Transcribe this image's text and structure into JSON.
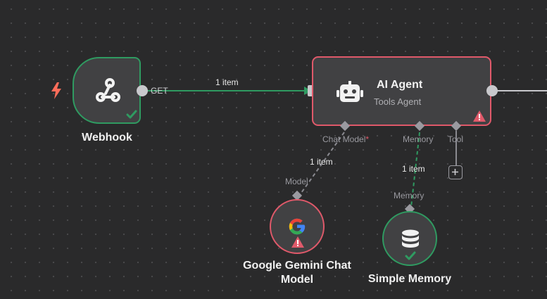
{
  "nodes": {
    "webhook": {
      "label": "Webhook",
      "output_label": "GET"
    },
    "agent": {
      "title": "AI Agent",
      "subtitle": "Tools Agent"
    },
    "gemini": {
      "label_line1": "Google Gemini Chat",
      "label_line2": "Model",
      "port_label": "Model"
    },
    "memory": {
      "label": "Simple Memory",
      "port_label": "Memory"
    }
  },
  "agent_ports": {
    "chat_model": "Chat Model",
    "required_mark": "*",
    "memory": "Memory",
    "tool": "Tool"
  },
  "edges": {
    "webhook_to_agent": "1 item",
    "gemini_to_agent": "1 item",
    "memory_to_agent": "1 item"
  },
  "colors": {
    "success": "#2f9b61",
    "error": "#e0596a",
    "trigger": "#ff6d5a",
    "node_bg": "#414143"
  },
  "icons": [
    "lightning-icon",
    "webhook-icon",
    "check-icon",
    "robot-icon",
    "warning-icon",
    "google-g-icon",
    "database-icon",
    "plus-icon"
  ]
}
